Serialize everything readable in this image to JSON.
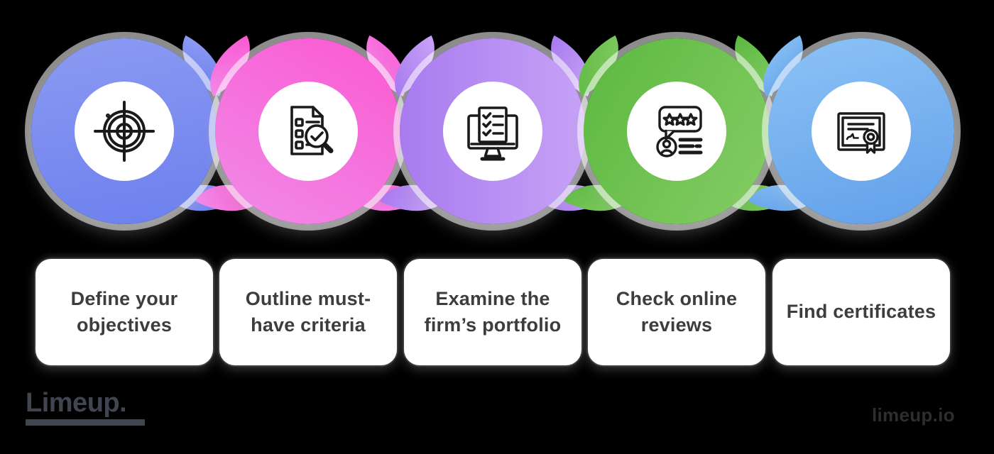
{
  "background": "#000000",
  "steps": [
    {
      "label": "Define your objectives",
      "icon": "target-icon",
      "ring_gradient": {
        "from": "#8C9AF2",
        "to": "#6C80EE",
        "dir": "170deg"
      }
    },
    {
      "label": "Outline must-have criteria",
      "icon": "checklist-magnifier-icon",
      "ring_gradient": {
        "from": "#FB58D1",
        "to": "#F08BE8",
        "dir": "210deg"
      }
    },
    {
      "label": "Examine the firm’s portfolio",
      "icon": "monitor-checklist-icon",
      "ring_gradient": {
        "from": "#A87BEF",
        "to": "#C7A2F6",
        "dir": "90deg"
      }
    },
    {
      "label": "Check online reviews",
      "icon": "review-rating-icon",
      "ring_gradient": {
        "from": "#5CB840",
        "to": "#85CD65",
        "dir": "120deg"
      }
    },
    {
      "label": "Find certificates",
      "icon": "certificate-icon",
      "ring_gradient": {
        "from": "#8CC3F6",
        "to": "#629FE9",
        "dir": "165deg"
      }
    }
  ],
  "footer": {
    "logo_text": "Limeup.",
    "watermark": "limeup.io"
  },
  "style_tokens": {
    "card_bg": "#FFFFFF",
    "card_text": "#3D3D3D",
    "icon_stroke": "#1A1A1A",
    "logo_color": "#41454F",
    "watermark_color": "#2E2E2E"
  }
}
